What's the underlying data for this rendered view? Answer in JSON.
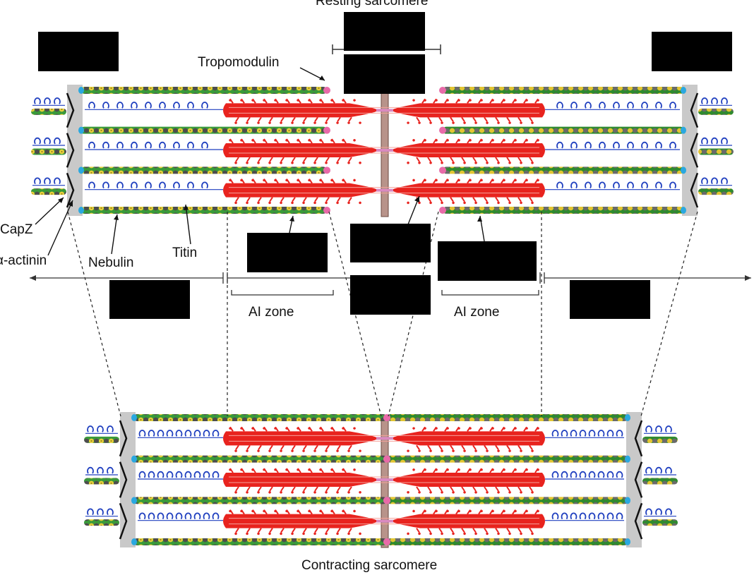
{
  "titles": {
    "resting": "Resting sarcomere",
    "contracting": "Contracting sarcomere"
  },
  "labels": {
    "tropomodulin": "Tropomodulin",
    "capz": "CapZ",
    "alpha_actinin": "α-actinin",
    "nebulin": "Nebulin",
    "titin": "Titin",
    "al_zone_left": "AI zone",
    "al_zone_right": "AI zone"
  },
  "colors": {
    "myosin": "#e8231e",
    "myosin_light": "#f6a39c",
    "titin": "#1f3fbf",
    "actin_green": "#3a9a3a",
    "actin_yellow": "#e8cf3a",
    "actin_dark": "#4a4a4a",
    "zdisc": "#c9c9c9",
    "mline": "#b8938a",
    "cap": "#2aa8e0",
    "tropomodulin": "#e86aa8"
  }
}
